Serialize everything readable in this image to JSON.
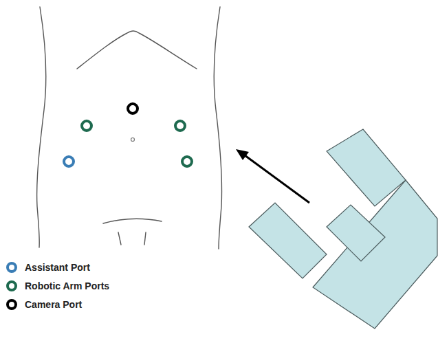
{
  "diagram": {
    "legend": [
      {
        "text": "Assistant Port",
        "color": "#3a7db5"
      },
      {
        "text": "Robotic Arm Ports",
        "color": "#1e6a4f"
      },
      {
        "text": "Camera Port",
        "color": "#000000"
      }
    ]
  }
}
